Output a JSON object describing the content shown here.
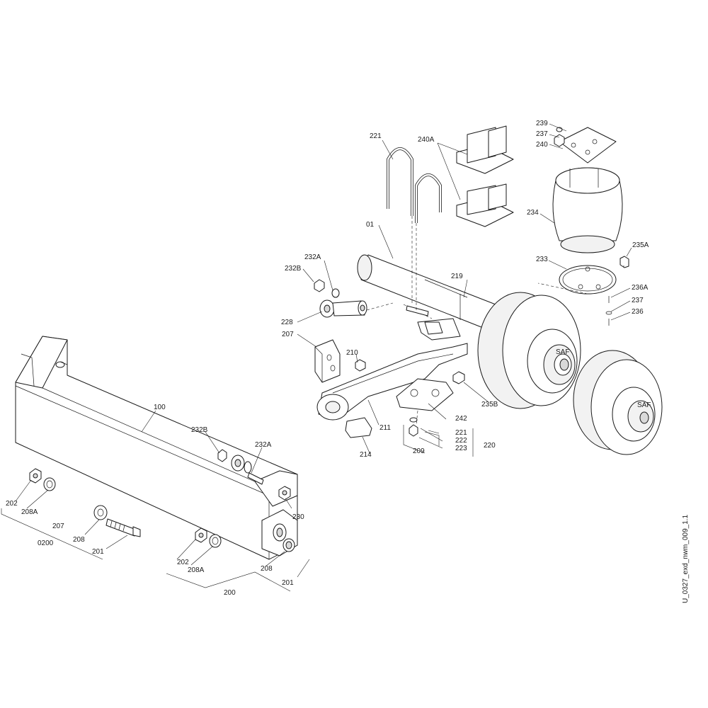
{
  "drawing": {
    "document_id": "U_0327_exd_nwm_009_1.1",
    "labels": {
      "l01": "01",
      "l100": "100",
      "l200": "200",
      "l201a": "201",
      "l201b": "201",
      "l202a": "202",
      "l202b": "202",
      "l207a": "207",
      "l207b": "207",
      "l0200": "0200",
      "l208a": "208",
      "l208b": "208",
      "l208Aa": "208A",
      "l208Ab": "208A",
      "l209": "209",
      "l210": "210",
      "l211": "211",
      "l214": "214",
      "l219": "219",
      "l220": "220",
      "l221a": "221",
      "l221b": "221",
      "l222": "222",
      "l223": "223",
      "l228": "228",
      "l230": "230",
      "l232Aa": "232A",
      "l232Ab": "232A",
      "l232Ba": "232B",
      "l232Bb": "232B",
      "l233": "233",
      "l234": "234",
      "l235A": "235A",
      "l235B": "235B",
      "l236": "236",
      "l236A": "236A",
      "l237a": "237",
      "l237b": "237",
      "l239": "239",
      "l240": "240",
      "l240A": "240A",
      "l242": "242"
    },
    "brand_mark": "SAF"
  }
}
